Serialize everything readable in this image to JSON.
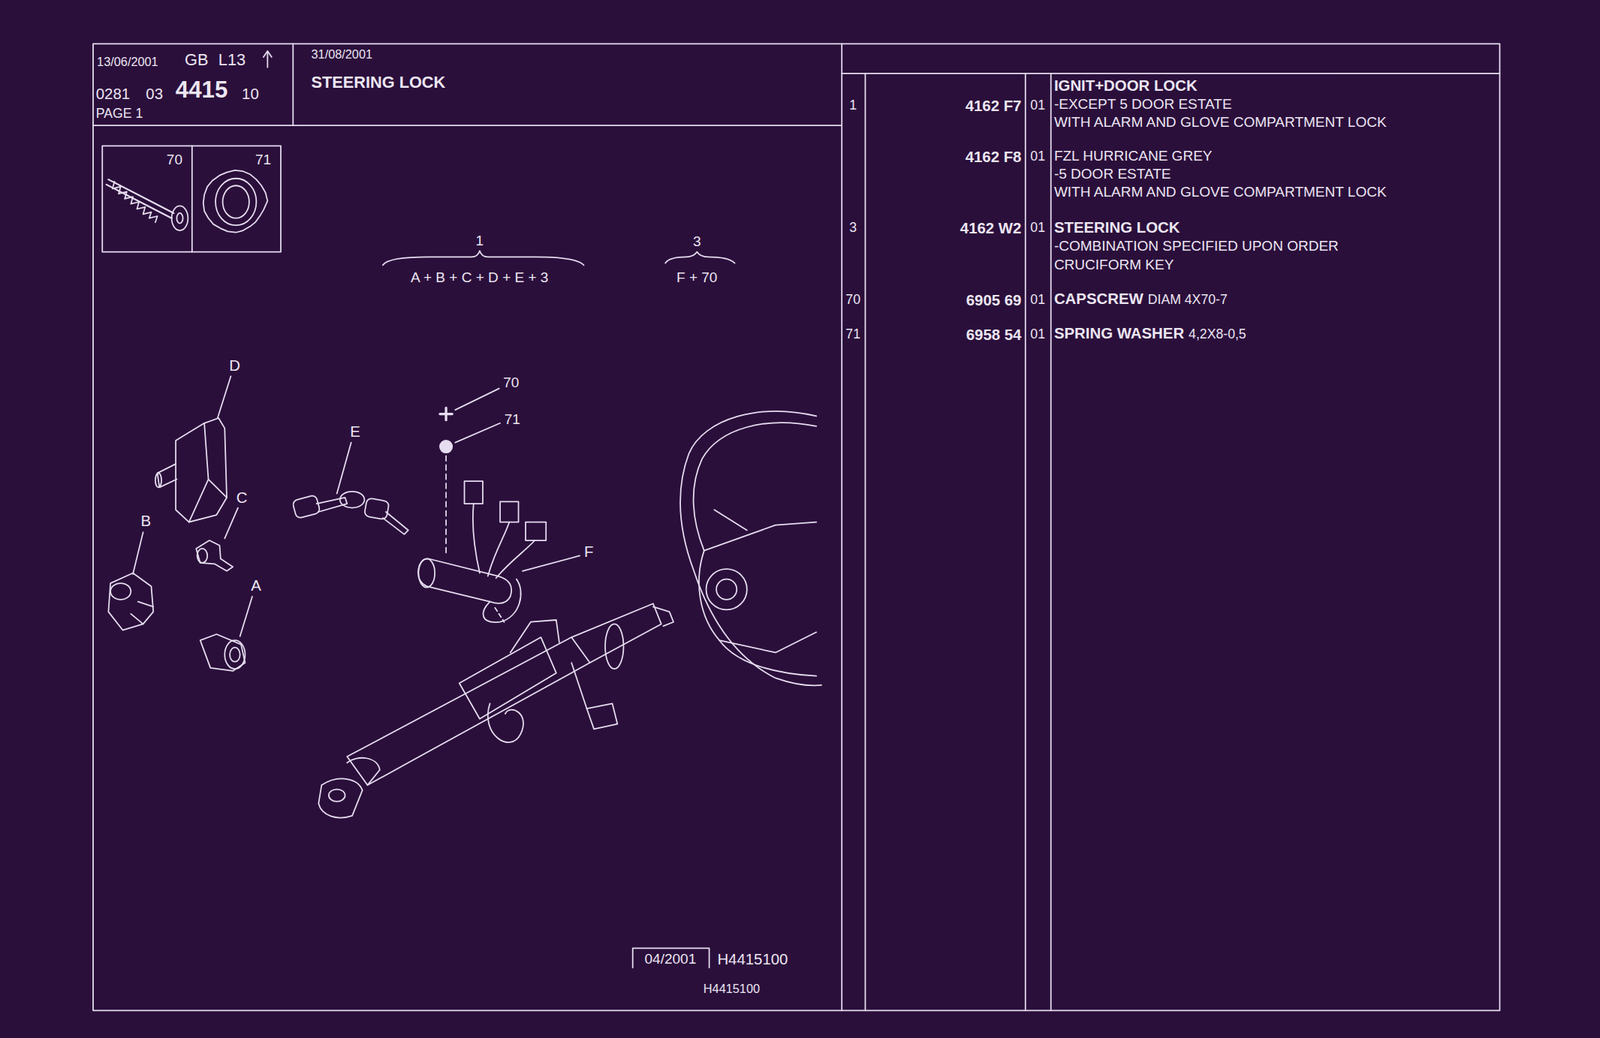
{
  "diagram": {
    "title": "STEERING LOCK",
    "labels": [
      "13/06/2001",
      "GB",
      "L13",
      "0281",
      "03",
      "4415",
      "10",
      "PAGE 1",
      "31/08/2001",
      "70",
      "71",
      "1",
      "A + B + C + D + E + 3",
      "3",
      "F + 70",
      "D",
      "70",
      "71",
      "E",
      "C",
      "B",
      "F",
      "A",
      "04/2001",
      "H4415100",
      "H4415100",
      "1",
      "4162 F7",
      "01",
      "IGNIT+DOOR LOCK",
      "-EXCEPT 5 DOOR ESTATE",
      "WITH ALARM AND GLOVE COMPARTMENT LOCK",
      "4162 F8",
      "01",
      "FZL HURRICANE GREY",
      "-5 DOOR ESTATE",
      "WITH ALARM AND GLOVE COMPARTMENT LOCK",
      "3",
      "4162 W2",
      "01",
      "STEERING LOCK",
      "-COMBINATION SPECIFIED UPON ORDER",
      "CRUCIFORM KEY",
      "70",
      "6905 69",
      "01",
      "CAPSCREW",
      "DIAM 4X70-7",
      "71",
      "6958 54",
      "01",
      "SPRING WASHER",
      "4,2X8-0,5"
    ]
  }
}
